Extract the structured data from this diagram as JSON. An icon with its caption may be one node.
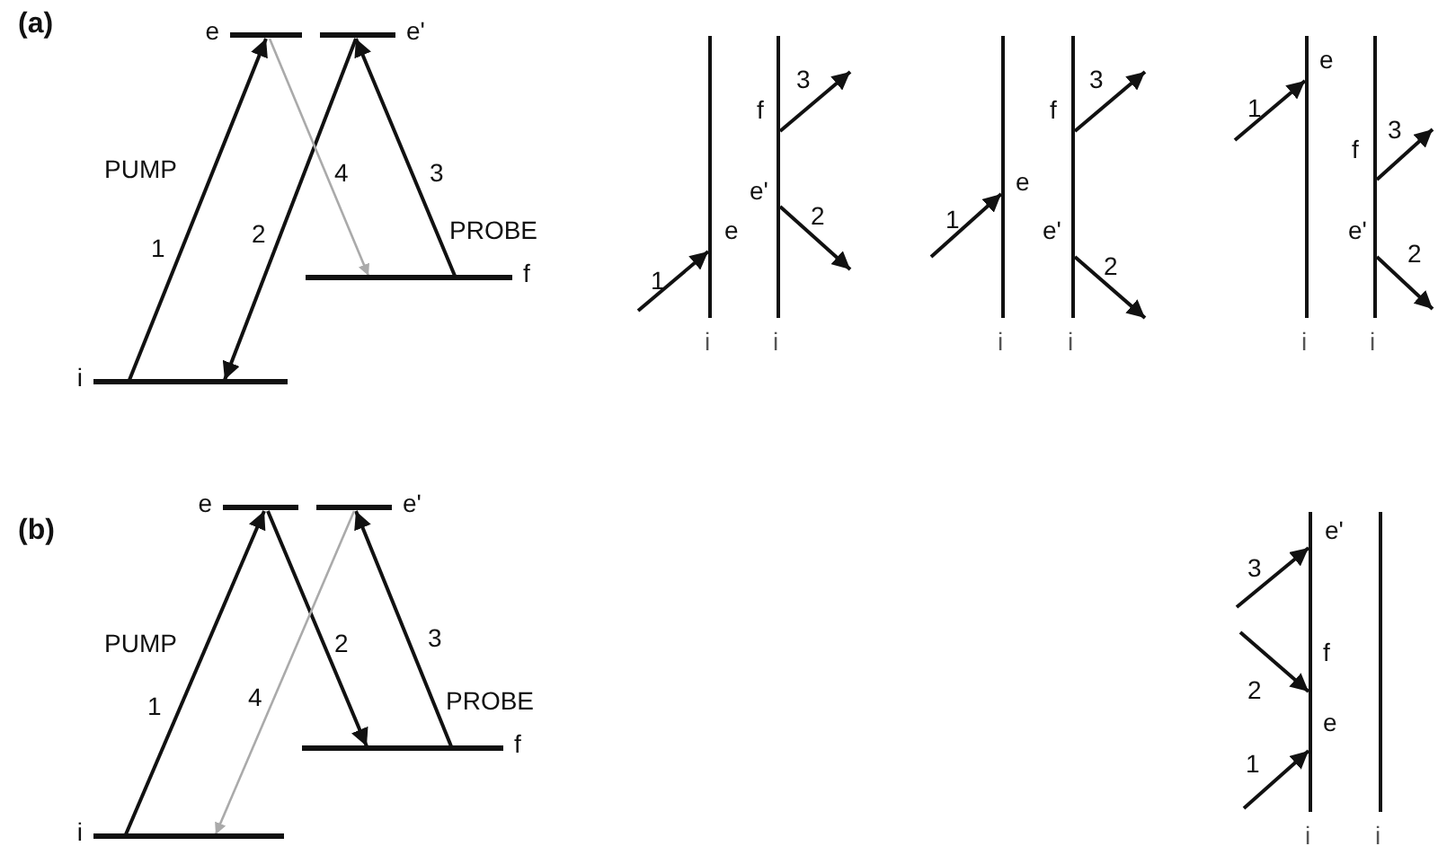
{
  "diagram": {
    "nodes": [
      {
        "text": [
          "i"
        ]
      },
      {
        "text": [
          "e"
        ]
      },
      {
        "text": [
          "e'"
        ]
      },
      {
        "text": [
          "f"
        ]
      },
      {
        "text": [
          "i"
        ]
      },
      {
        "text": [
          "i"
        ]
      },
      {
        "text": [
          "i"
        ]
      },
      {
        "text": [
          "i"
        ]
      },
      {
        "text": [
          "i"
        ]
      },
      {
        "text": [
          "i"
        ]
      },
      {
        "text": [
          "i"
        ]
      },
      {
        "text": [
          "e"
        ]
      },
      {
        "text": [
          "e'"
        ]
      },
      {
        "text": [
          "f"
        ]
      },
      {
        "text": [
          "i"
        ]
      },
      {
        "text": [
          "i"
        ]
      }
    ],
    "edges": [
      {
        "from": 0,
        "to": 1,
        "arrow": "to",
        "label": "1"
      },
      {
        "from": 2,
        "to": 0,
        "arrow": "to",
        "label": "2"
      },
      {
        "from": 3,
        "to": 2,
        "arrow": "to",
        "label": "3"
      },
      {
        "from": 1,
        "to": 3,
        "arrow": "to",
        "label": "4",
        "color": "#aaaaaa"
      },
      {
        "from": null,
        "to": 4,
        "arrow": "to",
        "label": "1"
      },
      {
        "from": 5,
        "to": null,
        "arrow": "to",
        "label": "3"
      },
      {
        "from": 5,
        "to": null,
        "arrow": "to",
        "label": "2"
      },
      {
        "from": null,
        "to": 6,
        "arrow": "to",
        "label": "1"
      },
      {
        "from": 7,
        "to": null,
        "arrow": "to",
        "label": "3"
      },
      {
        "from": 7,
        "to": null,
        "arrow": "to",
        "label": "2"
      },
      {
        "from": null,
        "to": 8,
        "arrow": "to",
        "label": "1"
      },
      {
        "from": 9,
        "to": null,
        "arrow": "to",
        "label": "3"
      },
      {
        "from": 9,
        "to": null,
        "arrow": "to",
        "label": "2"
      },
      {
        "from": 10,
        "to": 11,
        "arrow": "to",
        "label": "1"
      },
      {
        "from": 11,
        "to": 13,
        "arrow": "to",
        "label": "2"
      },
      {
        "from": 13,
        "to": 12,
        "arrow": "to",
        "label": "3"
      },
      {
        "from": 12,
        "to": 10,
        "arrow": "to",
        "label": "4",
        "color": "#aaaaaa"
      },
      {
        "from": null,
        "to": 14,
        "arrow": "to",
        "label": "3"
      },
      {
        "from": null,
        "to": 14,
        "arrow": "to",
        "label": "2"
      },
      {
        "from": null,
        "to": 14,
        "arrow": "to",
        "label": "1"
      }
    ],
    "labels": [
      "(a)",
      "PUMP",
      "PROBE",
      "f",
      "e'",
      "e",
      "f",
      "e",
      "e'",
      "e",
      "f",
      "e'",
      "(b)",
      "PUMP",
      "PROBE",
      "e'",
      "f",
      "e"
    ]
  }
}
